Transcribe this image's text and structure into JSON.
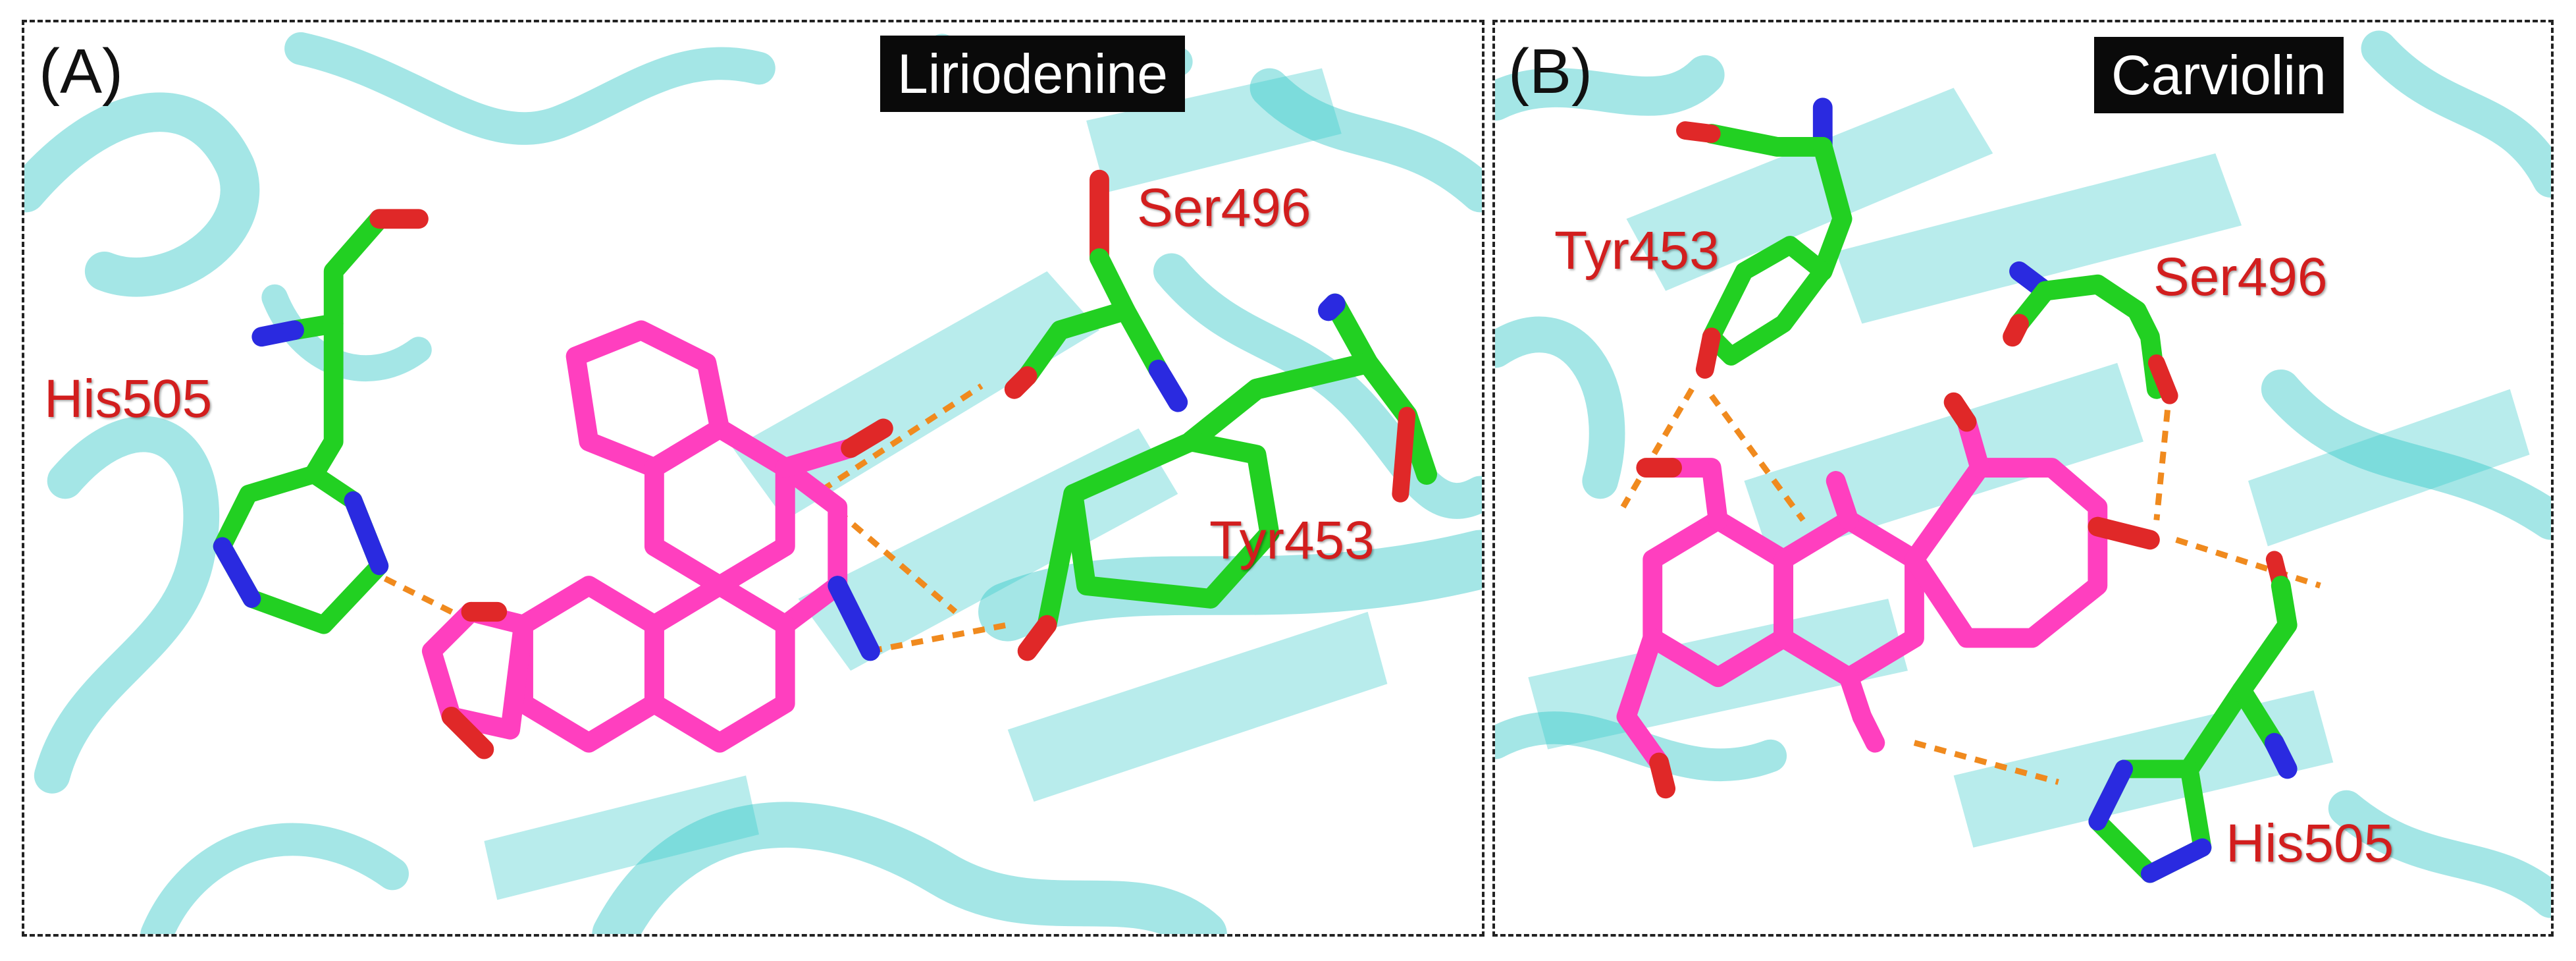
{
  "panels": [
    {
      "letter": "(A)",
      "title": "Liriodenine",
      "residues": [
        "His505",
        "Ser496",
        "Tyr453"
      ]
    },
    {
      "letter": "(B)",
      "title": "Carviolin",
      "residues": [
        "Tyr453",
        "Ser496",
        "His505"
      ]
    }
  ],
  "colors": {
    "protein_ribbon": "#35c8c8",
    "ligand_carbon": "#ff3fbf",
    "residue_carbon": "#22d022",
    "oxygen": "#e02828",
    "nitrogen": "#2a2ae0",
    "hbond": "#f08a1e",
    "label": "#d21e1e"
  }
}
